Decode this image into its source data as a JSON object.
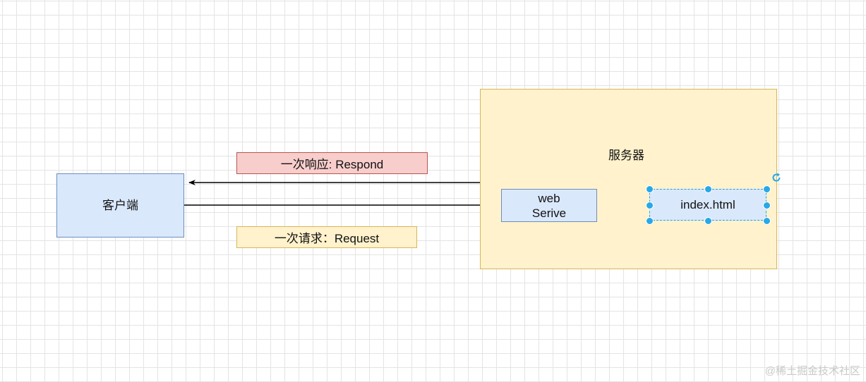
{
  "colors": {
    "client_fill": "#dae8fc",
    "server_fill": "#fff2cc",
    "web_fill": "#dae8fc",
    "index_fill": "#dae8fc",
    "respond_fill": "#f8cecc",
    "request_fill": "#fff2cc",
    "selection": "#29a8e6"
  },
  "nodes": {
    "client": "客户端",
    "server": "服务器",
    "web_line1": "web",
    "web_line2": "Serive",
    "index": "index.html"
  },
  "labels": {
    "respond": "一次响应: Respond",
    "request": "一次请求：Request"
  },
  "icons": {
    "rotate": "rotate-icon"
  },
  "watermark": "@稀土掘金技术社区"
}
